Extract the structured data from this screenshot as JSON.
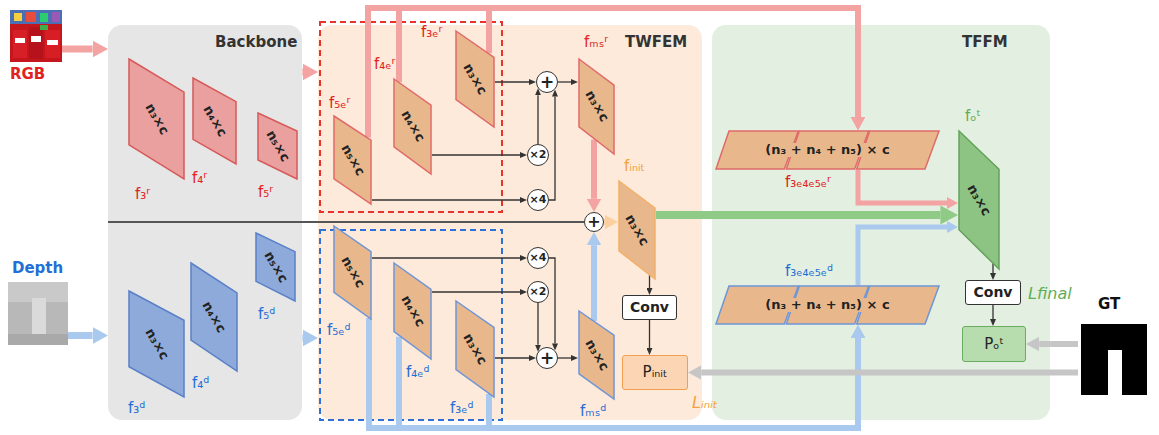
{
  "diagram": {
    "nodes": [
      {
        "text": [
          "RGB"
        ]
      },
      {
        "text": [
          "Depth"
        ]
      },
      {
        "text": [
          "Backbone"
        ]
      },
      {
        "text": [
          "n₃×c",
          "f₃ʳ"
        ],
        "in": 2
      },
      {
        "text": [
          "n₄×c",
          "f₄ʳ"
        ],
        "in": 2
      },
      {
        "text": [
          "n₅×c",
          "f₅ʳ"
        ],
        "in": 2
      },
      {
        "text": [
          "n₃×c",
          "f₃ᵈ"
        ],
        "in": 2
      },
      {
        "text": [
          "n₄×c",
          "f₄ᵈ"
        ],
        "in": 2
      },
      {
        "text": [
          "n₅×c",
          "f₅ᵈ"
        ],
        "in": 2
      },
      {
        "text": [
          "TWFEM"
        ]
      },
      {
        "text": [
          "n₅×c",
          "f₅ₑʳ"
        ],
        "in": 9
      },
      {
        "text": [
          "n₄×c",
          "f₄ₑʳ"
        ],
        "in": 9
      },
      {
        "text": [
          "n₃×c",
          "f₃ₑʳ"
        ],
        "in": 9
      },
      {
        "text": [
          "+"
        ],
        "in": 9
      },
      {
        "text": [
          "×2"
        ],
        "in": 9
      },
      {
        "text": [
          "×4"
        ],
        "in": 9
      },
      {
        "text": [
          "n₃×c",
          "fₘₛʳ"
        ],
        "in": 9
      },
      {
        "text": [
          "+"
        ],
        "in": 9
      },
      {
        "text": [
          "n₃×c",
          "fᵢₙᵢₜ"
        ],
        "in": 9
      },
      {
        "text": [
          "Conv"
        ],
        "in": 9
      },
      {
        "text": [
          "Pᵢₙᵢₜ"
        ],
        "in": 9
      },
      {
        "text": [
          "×4"
        ],
        "in": 9
      },
      {
        "text": [
          "×2"
        ],
        "in": 9
      },
      {
        "text": [
          "n₅×c",
          "f₅ₑᵈ"
        ],
        "in": 9
      },
      {
        "text": [
          "n₄×c",
          "f₄ₑᵈ"
        ],
        "in": 9
      },
      {
        "text": [
          "n₃×c",
          "f₃ₑᵈ"
        ],
        "in": 9
      },
      {
        "text": [
          "+"
        ],
        "in": 9
      },
      {
        "text": [
          "n₃×c",
          "fₘₛᵈ"
        ],
        "in": 9
      },
      {
        "text": [
          "TFFM"
        ]
      },
      {
        "text": [
          "(n₃ + n₄ + n₅) × c",
          "f₃ₑ₄ₑ₅ₑʳ"
        ],
        "in": 28
      },
      {
        "text": [
          "(n₃ + n₄ + n₅) × c",
          "f₃ₑ₄ₑ₅ₑᵈ"
        ],
        "in": 28
      },
      {
        "text": [
          "n₃×c",
          "fₒᵗ"
        ],
        "in": 28
      },
      {
        "text": [
          "Conv"
        ],
        "in": 28
      },
      {
        "text": [
          "Pₒᵗ"
        ],
        "in": 28
      },
      {
        "text": [
          "GT"
        ]
      }
    ],
    "edges": [
      {
        "from": 0,
        "to": 2,
        "arrow": "to"
      },
      {
        "from": 1,
        "to": 2,
        "arrow": "to"
      },
      {
        "from": 2,
        "to": 9,
        "arrow": "to"
      },
      {
        "from": 2,
        "to": 9,
        "arrow": "to"
      },
      {
        "from": 12,
        "to": 13,
        "arrow": "to"
      },
      {
        "from": 11,
        "to": 14,
        "arrow": "to"
      },
      {
        "from": 10,
        "to": 15,
        "arrow": "to"
      },
      {
        "from": 14,
        "to": 13,
        "arrow": "to"
      },
      {
        "from": 15,
        "to": 13,
        "arrow": "to"
      },
      {
        "from": 16,
        "to": 17,
        "arrow": "to"
      },
      {
        "from": 27,
        "to": 17,
        "arrow": "to"
      },
      {
        "from": 17,
        "to": 18,
        "arrow": "to"
      },
      {
        "from": 18,
        "to": 19,
        "arrow": "to"
      },
      {
        "from": 19,
        "to": 20,
        "arrow": "to"
      },
      {
        "from": 25,
        "to": 26,
        "arrow": "to"
      },
      {
        "from": 24,
        "to": 22,
        "arrow": "to"
      },
      {
        "from": 23,
        "to": 21,
        "arrow": "to"
      },
      {
        "from": 22,
        "to": 26,
        "arrow": "to"
      },
      {
        "from": 21,
        "to": 26,
        "arrow": "to"
      },
      {
        "from": 26,
        "to": 27,
        "arrow": "to"
      },
      {
        "from": 13,
        "to": 16,
        "arrow": "to"
      },
      {
        "from": 18,
        "to": 31,
        "arrow": "to"
      },
      {
        "from": 29,
        "to": 31,
        "arrow": "to"
      },
      {
        "from": 30,
        "to": 31,
        "arrow": "to"
      },
      {
        "from": 10,
        "to": 29,
        "arrow": "to"
      },
      {
        "from": 11,
        "to": 29,
        "arrow": "to"
      },
      {
        "from": 12,
        "to": 29,
        "arrow": "to"
      },
      {
        "from": 23,
        "to": 30,
        "arrow": "to"
      },
      {
        "from": 24,
        "to": 30,
        "arrow": "to"
      },
      {
        "from": 25,
        "to": 30,
        "arrow": "to"
      },
      {
        "from": 31,
        "to": 32,
        "arrow": "to"
      },
      {
        "from": 32,
        "to": 33,
        "arrow": "to"
      },
      {
        "from": 34,
        "to": 33,
        "arrow": "to"
      },
      {
        "from": 34,
        "to": 20,
        "arrow": "to"
      }
    ],
    "labels": [
      "Lᵢₙᵢₜ",
      "Lfinal"
    ]
  }
}
